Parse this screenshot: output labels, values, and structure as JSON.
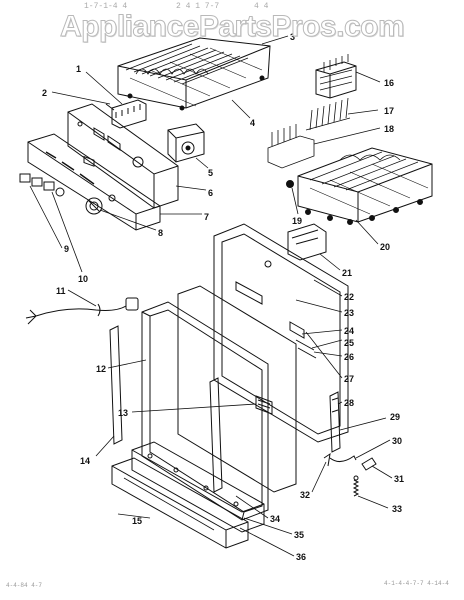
{
  "watermark": "AppliancePartsPros.com",
  "header_marks": [
    "1-7-1-4 4",
    "2 4 1 7-7",
    "4 4"
  ],
  "footer_left": "4-4-84 4-7",
  "footer_right": "4-1-4-4-7-7 4-14-4",
  "callouts": [
    "1",
    "2",
    "3",
    "4",
    "5",
    "6",
    "7",
    "8",
    "9",
    "10",
    "11",
    "12",
    "13",
    "14",
    "15",
    "16",
    "17",
    "18",
    "19",
    "20",
    "21",
    "22",
    "23",
    "24",
    "25",
    "26",
    "27",
    "28",
    "29",
    "30",
    "31",
    "32",
    "33",
    "34",
    "35",
    "36"
  ]
}
